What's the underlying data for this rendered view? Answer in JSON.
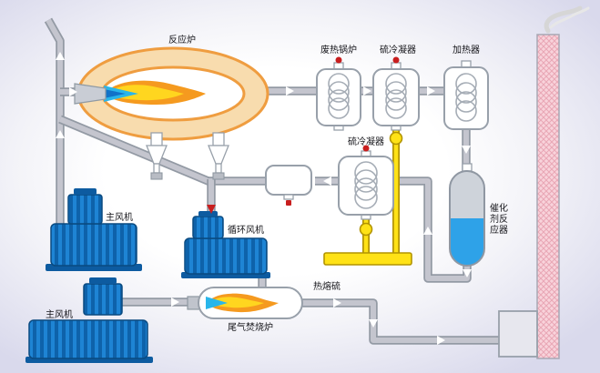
{
  "diagram": {
    "labels": {
      "reaction_furnace": "反应炉",
      "waste_heat_boiler": "废热锅炉",
      "sulfur_condenser_top": "硫冷凝器",
      "heater": "加热器",
      "sulfur_condenser_mid": "硫冷凝器",
      "catalyst_reactor_line1": "催化",
      "catalyst_reactor_line2": "剂反",
      "catalyst_reactor_line3": "应器",
      "main_blower_top": "主风机",
      "circulation_fan": "循环风机",
      "main_blower_bottom": "主风机",
      "tail_gas_incinerator": "尾气焚烧炉",
      "molten_sulfur": "热熔硫"
    },
    "colors": {
      "pipe_gray": "#c4c5ce",
      "pipe_edge": "#939aa4",
      "furnace_ring_fill": "#f8dcae",
      "furnace_ring_border": "#ef9d40",
      "flame_orange": "#f59a1f",
      "flame_yellow": "#ffd61f",
      "flame_cyan": "#29b6ea",
      "flame_blue": "#1272c8",
      "machine_blue": "#1e84d4",
      "machine_blue_dark": "#0e62aa",
      "sulfur_yellow": "#ffe216",
      "sulfur_yellow_edge": "#b29400",
      "catalyst_liquid_blue": "#2ea2e8",
      "stack_pink": "#f8d3db",
      "stack_hatch": "#e9a8b6",
      "valve_red": "#c81e1e",
      "background_edge": "#d9d9ec"
    }
  }
}
